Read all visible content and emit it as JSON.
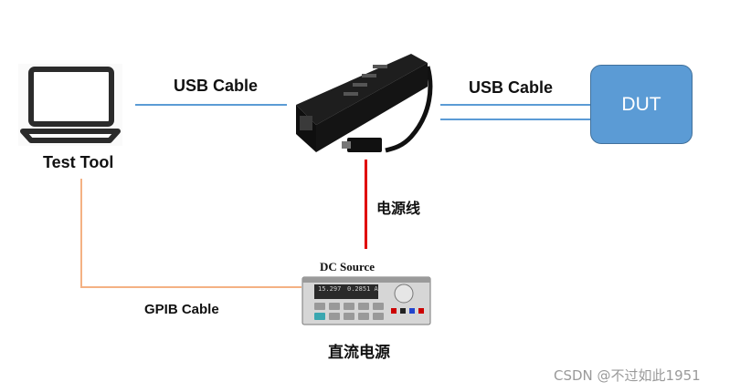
{
  "labels": {
    "usb_left": "USB Cable",
    "usb_right": "USB Cable",
    "test_tool": "Test Tool",
    "dut": "DUT",
    "power_line": "电源线",
    "gpib": "GPIB Cable",
    "dc_source_device": "DC Source",
    "dc_source_caption": "直流电源"
  },
  "dc_readout": {
    "left": "15.297",
    "right": "0.2851 A"
  },
  "watermark": "CSDN @不过如此1951",
  "colors": {
    "usb_wire": "#5b9bd5",
    "gpib_wire": "#f4b183",
    "power_wire": "#e00000",
    "dut_fill": "#5b9bd5",
    "dut_border": "#41719c"
  },
  "icons": {
    "test_tool": "laptop-icon",
    "hub": "usb-hub-icon",
    "dc_source": "dc-power-supply-icon"
  }
}
